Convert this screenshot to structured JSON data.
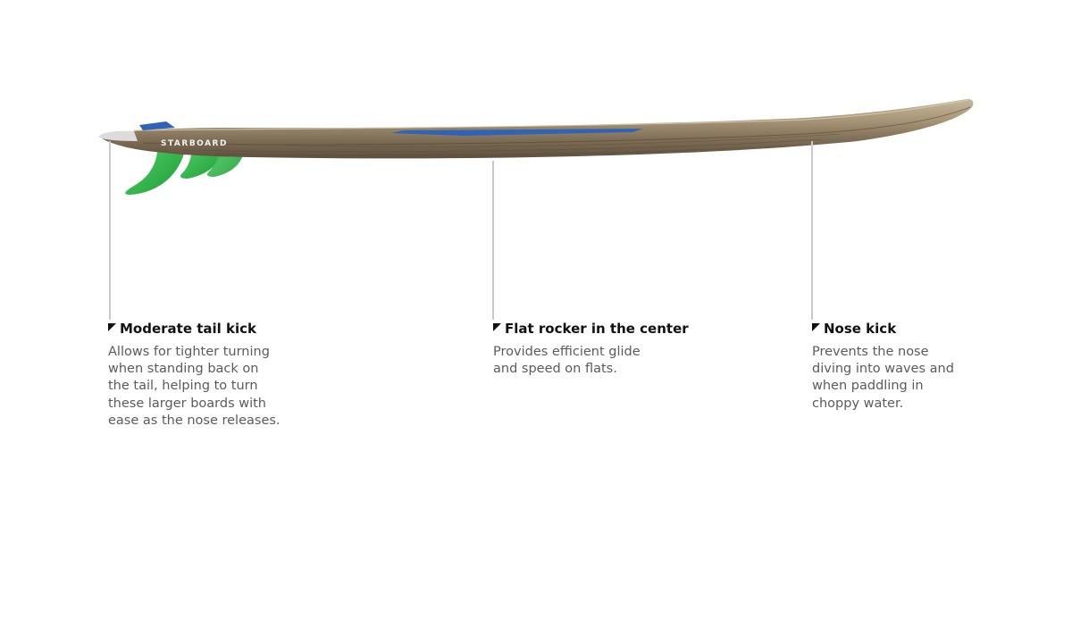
{
  "board": {
    "brand_logo": "STARBOARD",
    "colors": {
      "wood_dark": "#6e5e49",
      "wood_light": "#b5a487",
      "deck_pad": "#2f63b8",
      "fins": "#2fb34a",
      "tail_tip": "#dcdcdc",
      "leader_line": "#c9c9c9"
    }
  },
  "callouts": [
    {
      "title": "Moderate tail kick",
      "description": "Allows for tighter turning\nwhen standing back on\nthe tail, helping to turn\nthese larger boards with\nease as the nose releases."
    },
    {
      "title": "Flat rocker in the center",
      "description": "Provides efficient glide\nand speed on flats."
    },
    {
      "title": "Nose kick",
      "description": "Prevents the nose\ndiving into waves and\nwhen paddling in\nchoppy water."
    }
  ]
}
